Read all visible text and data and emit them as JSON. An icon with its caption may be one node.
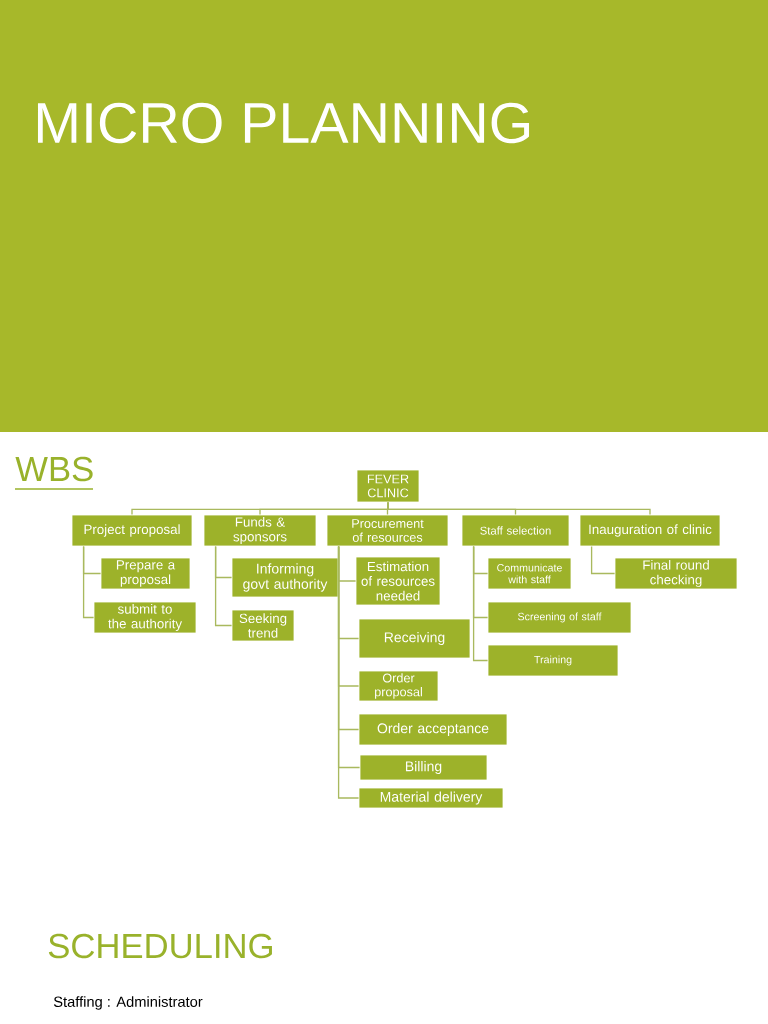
{
  "diagram": {
    "title": "MICRO PLANNING",
    "nodes": [
      {
        "text": [
          "FEVER CLINIC"
        ]
      },
      {
        "text": [
          "Project proposal"
        ]
      },
      {
        "text": [
          "Funds & sponsors"
        ]
      },
      {
        "text": [
          "Procurement of resources"
        ]
      },
      {
        "text": [
          "Staff selection"
        ]
      },
      {
        "text": [
          "Inauguration of clinic"
        ]
      },
      {
        "text": [
          "Prepare a proposal"
        ]
      },
      {
        "text": [
          "submit to the authority"
        ]
      },
      {
        "text": [
          "Informing govt authority"
        ]
      },
      {
        "text": [
          "Seeking trend"
        ]
      },
      {
        "text": [
          "Estimation of resources needed"
        ]
      },
      {
        "text": [
          "Receiving"
        ]
      },
      {
        "text": [
          "Order proposal"
        ]
      },
      {
        "text": [
          "Order acceptance"
        ]
      },
      {
        "text": [
          "Billing"
        ]
      },
      {
        "text": [
          "Material delivery"
        ]
      },
      {
        "text": [
          "Communicate with staff"
        ]
      },
      {
        "text": [
          "Screening of staff"
        ]
      },
      {
        "text": [
          "Training"
        ]
      },
      {
        "text": [
          "Final round checking"
        ]
      }
    ],
    "edges": [
      {
        "from": 0,
        "to": 1,
        "arrow": "none"
      },
      {
        "from": 0,
        "to": 2,
        "arrow": "none"
      },
      {
        "from": 0,
        "to": 3,
        "arrow": "none"
      },
      {
        "from": 0,
        "to": 4,
        "arrow": "none"
      },
      {
        "from": 0,
        "to": 5,
        "arrow": "none"
      },
      {
        "from": 1,
        "to": 6,
        "arrow": "none"
      },
      {
        "from": 1,
        "to": 7,
        "arrow": "none"
      },
      {
        "from": 2,
        "to": 8,
        "arrow": "none"
      },
      {
        "from": 2,
        "to": 9,
        "arrow": "none"
      },
      {
        "from": 3,
        "to": 10,
        "arrow": "none"
      },
      {
        "from": 3,
        "to": 11,
        "arrow": "none"
      },
      {
        "from": 3,
        "to": 12,
        "arrow": "none"
      },
      {
        "from": 3,
        "to": 13,
        "arrow": "none"
      },
      {
        "from": 3,
        "to": 14,
        "arrow": "none"
      },
      {
        "from": 3,
        "to": 15,
        "arrow": "none"
      },
      {
        "from": 4,
        "to": 16,
        "arrow": "none"
      },
      {
        "from": 4,
        "to": 17,
        "arrow": "none"
      },
      {
        "from": 4,
        "to": 18,
        "arrow": "none"
      },
      {
        "from": 5,
        "to": 19,
        "arrow": "none"
      }
    ],
    "labels": [
      "WBS",
      "SCHEDULING",
      "Staffing : Administrator"
    ]
  }
}
